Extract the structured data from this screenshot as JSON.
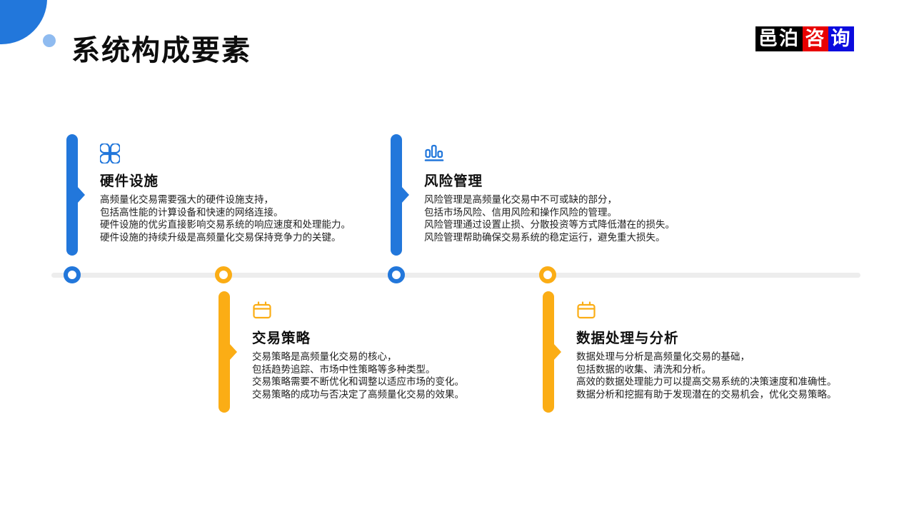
{
  "slide": {
    "title": "系统构成要素",
    "logo": {
      "black": "邑泊",
      "red": "咨",
      "blue": "询"
    }
  },
  "colors": {
    "blue": "#2277DB",
    "yellow": "#FBAD15",
    "light_blue": "#8FBBF0",
    "line_gray": "#EDEDED",
    "logo_black": "#000000",
    "logo_red": "#E80000",
    "logo_blue": "#0B0BDE"
  },
  "timeline": {
    "nodes": [
      {
        "color": "blue"
      },
      {
        "color": "yellow"
      },
      {
        "color": "blue"
      },
      {
        "color": "yellow"
      }
    ]
  },
  "sections": [
    {
      "icon": "clover-icon",
      "color": "blue",
      "title": "硬件设施",
      "body": "高频量化交易需要强大的硬件设施支持，\n包括高性能的计算设备和快速的网络连接。\n硬件设施的优劣直接影响交易系统的响应速度和处理能力。\n硬件设施的持续升级是高频量化交易保持竞争力的关键。"
    },
    {
      "icon": "bar-chart-icon",
      "color": "blue",
      "title": "风险管理",
      "body": "风险管理是高频量化交易中不可或缺的部分，\n包括市场风险、信用风险和操作风险的管理。\n风险管理通过设置止损、分散投资等方式降低潜在的损失。\n风险管理帮助确保交易系统的稳定运行，避免重大损失。"
    },
    {
      "icon": "calendar-icon",
      "color": "yellow",
      "title": "交易策略",
      "body": "交易策略是高频量化交易的核心，\n包括趋势追踪、市场中性策略等多种类型。\n交易策略需要不断优化和调整以适应市场的变化。\n交易策略的成功与否决定了高频量化交易的效果。"
    },
    {
      "icon": "calendar-icon",
      "color": "yellow",
      "title": "数据处理与分析",
      "body": "数据处理与分析是高频量化交易的基础，\n包括数据的收集、清洗和分析。\n高效的数据处理能力可以提高交易系统的决策速度和准确性。\n数据分析和挖掘有助于发现潜在的交易机会，优化交易策略。"
    }
  ]
}
